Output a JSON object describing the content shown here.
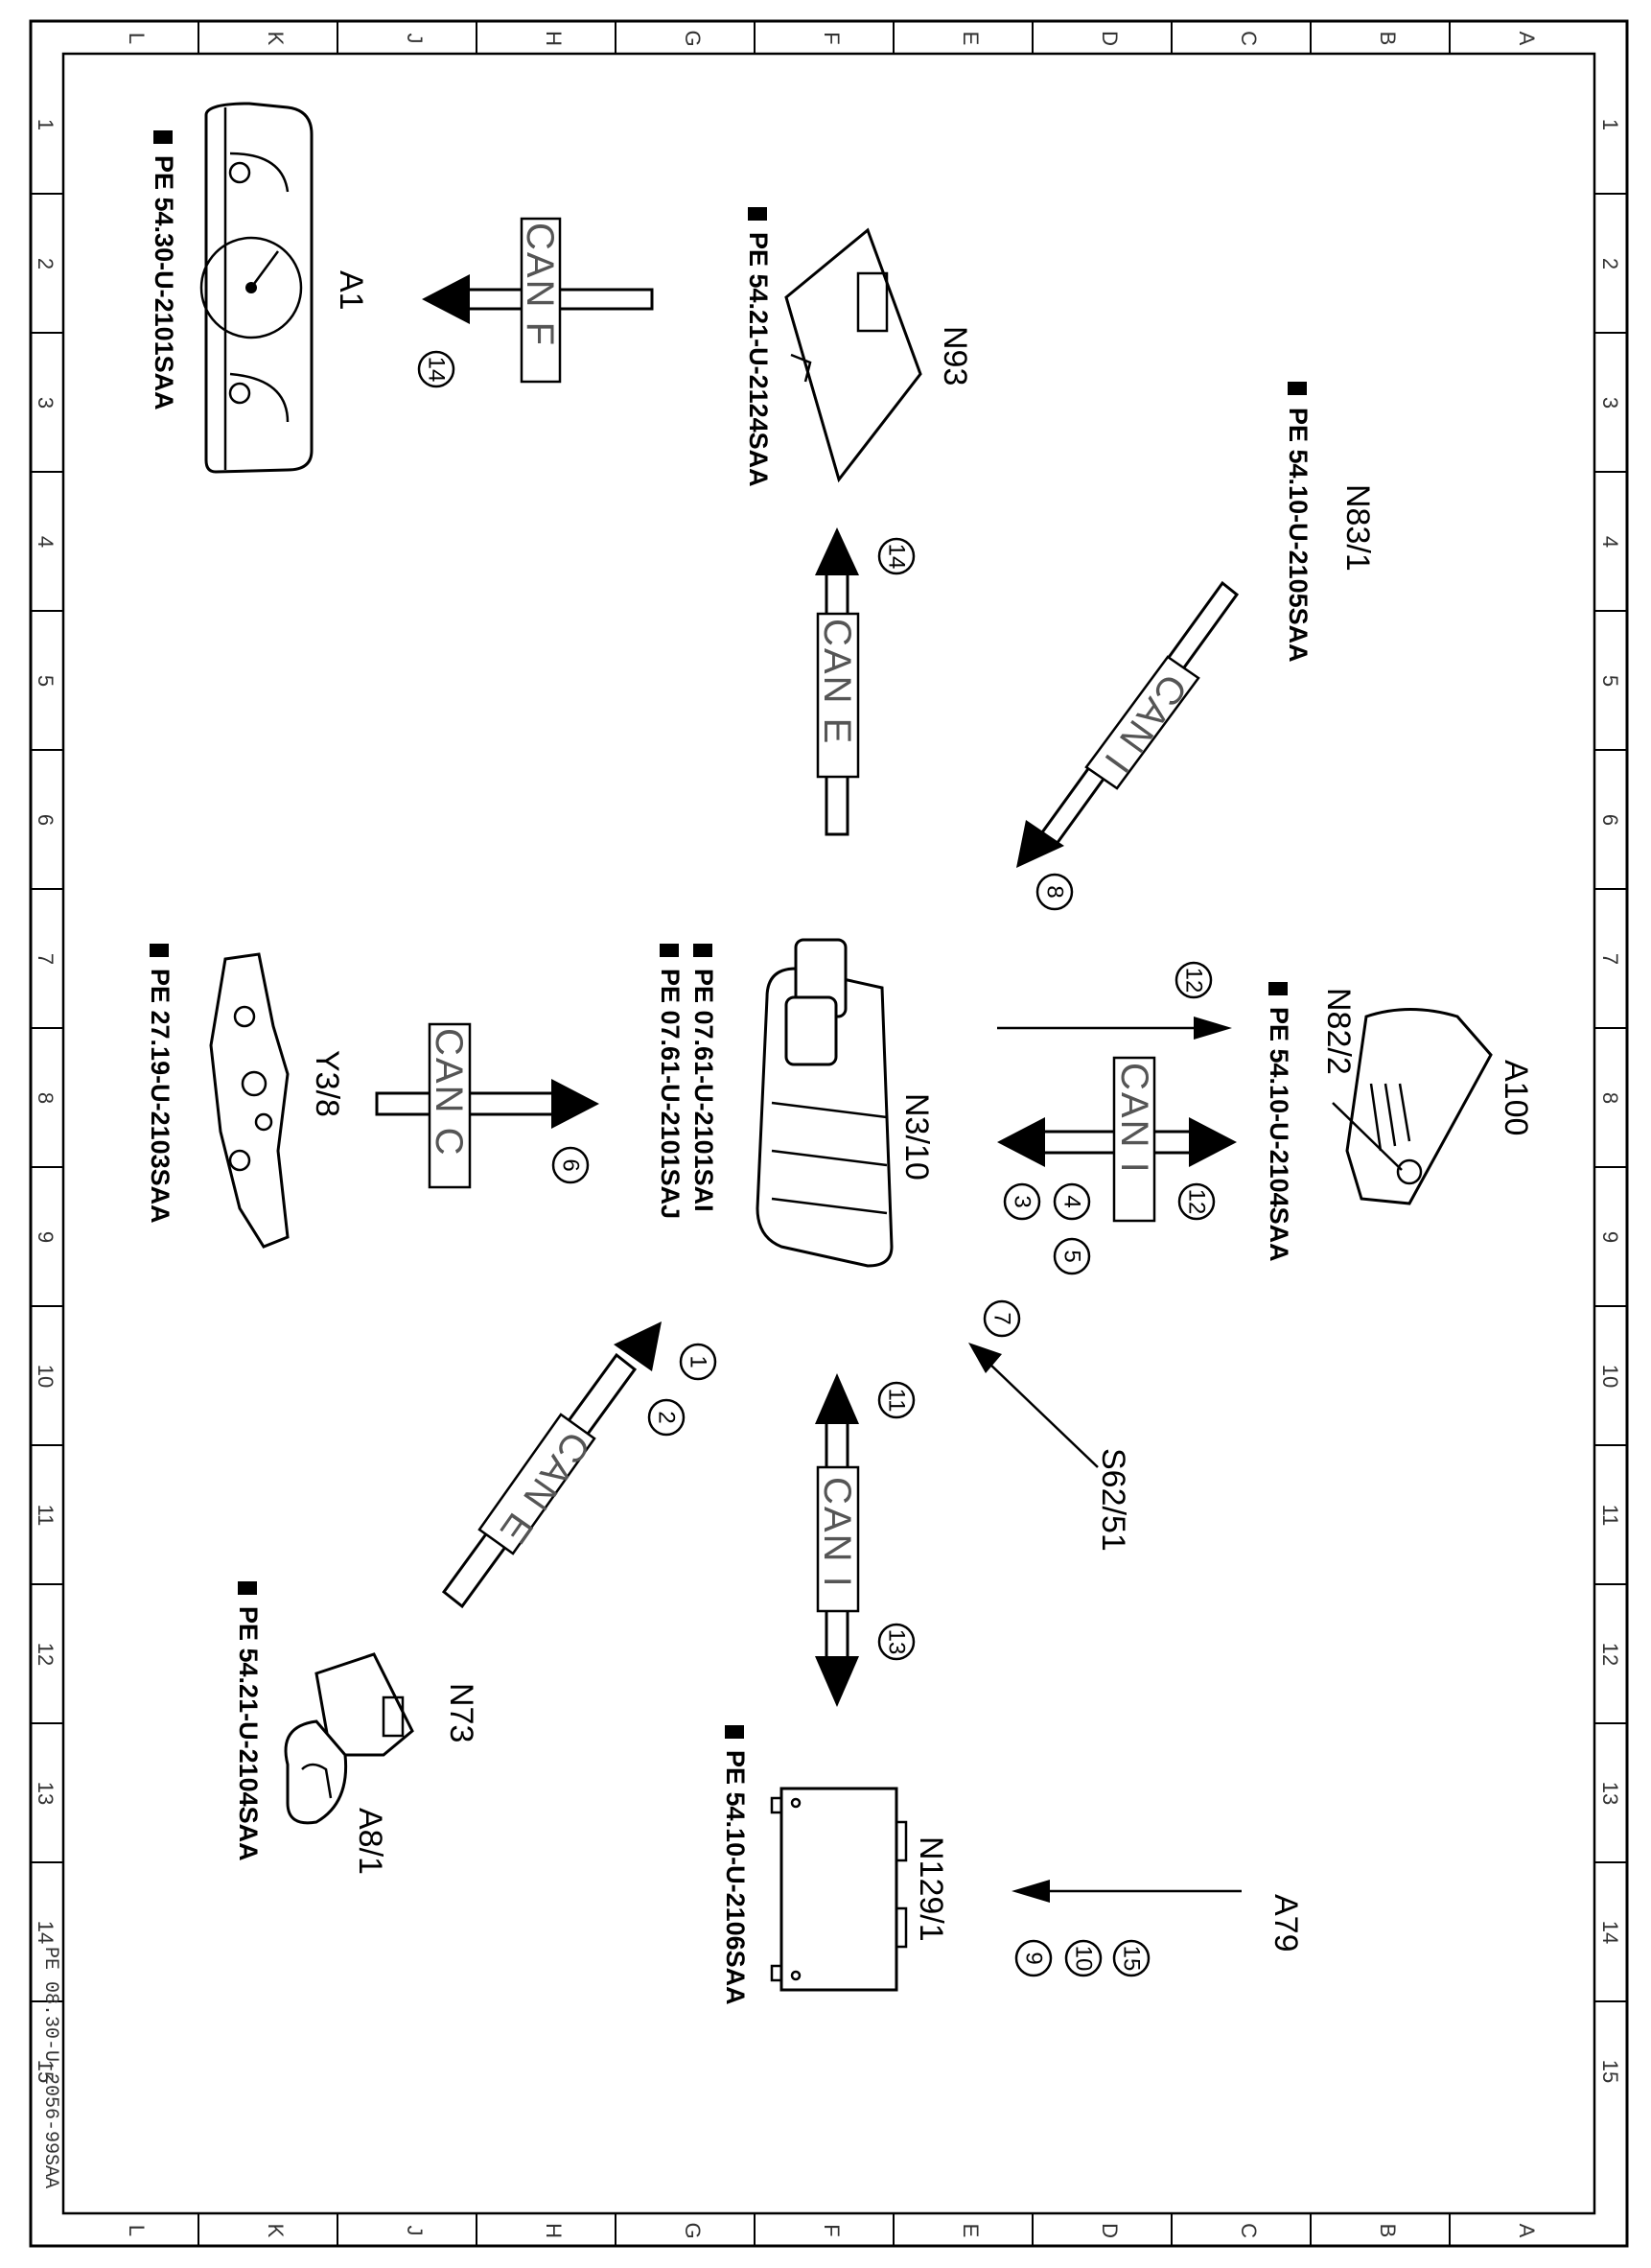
{
  "grid": {
    "top_letters": [
      "L",
      "K",
      "J",
      "H",
      "G",
      "F",
      "E",
      "D",
      "C",
      "B",
      "A"
    ],
    "side_numbers": [
      "1",
      "2",
      "3",
      "4",
      "5",
      "6",
      "7",
      "8",
      "9",
      "10",
      "11",
      "12",
      "13",
      "14",
      "15"
    ]
  },
  "components": {
    "A1": {
      "label": "A1",
      "ref": "PE 54.30-U-2101SAA"
    },
    "N93": {
      "label": "N93",
      "ref": "PE 54.21-U-2124SAA"
    },
    "N83_1": {
      "label": "N83/1",
      "ref": "PE 54.10-U-2105SAA"
    },
    "Y3_8": {
      "label": "Y3/8",
      "ref": "PE 27.19-U-2103SAA"
    },
    "N3_10": {
      "label": "N3/10",
      "ref1": "PE 07.61-U-2101SAI",
      "ref2": "PE 07.61-U-2101SAJ"
    },
    "A100": {
      "label": "A100"
    },
    "N82_2": {
      "label": "N82/2",
      "ref": "PE 54.10-U-2104SAA"
    },
    "S62_51": {
      "label": "S62/51"
    },
    "N73": {
      "label": "N73",
      "ref": "PE 54.21-U-2104SAA"
    },
    "A8_1": {
      "label": "A8/1"
    },
    "N129_1": {
      "label": "N129/1",
      "ref": "PE 54.10-U-2106SAA"
    },
    "A79": {
      "label": "A79"
    }
  },
  "can_labels": {
    "f": "CAN F",
    "e_top": "CAN E",
    "i_top": "CAN I",
    "c": "CAN C",
    "i_mid": "CAN I",
    "e_bot": "CAN E",
    "i_bot": "CAN I"
  },
  "numbers": {
    "n14a": "14",
    "n14b": "14",
    "n8": "8",
    "n6": "6",
    "n12a": "12",
    "n12b": "12",
    "n3": "3",
    "n4": "4",
    "n5": "5",
    "n7": "7",
    "n1": "1",
    "n2": "2",
    "n11": "11",
    "n13": "13",
    "n15": "15",
    "n10": "10",
    "n9": "9"
  },
  "footer": "PE 08.30-U-2056-99SAA"
}
